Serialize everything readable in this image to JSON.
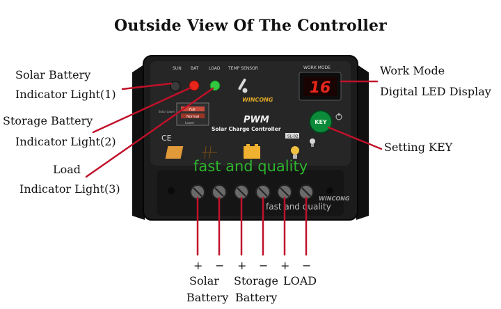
{
  "title": "Outside View Of The Controller",
  "labels": {
    "solar_indicator_line1": "Solar Battery",
    "solar_indicator_line2": "Indicator Light(1)",
    "storage_indicator_line1": "Storage Battery",
    "storage_indicator_line2": "Indicator Light(2)",
    "load_indicator_line1": "Load",
    "load_indicator_line2": "Indicator Light(3)",
    "work_mode_line1": "Work Mode",
    "work_mode_line2": "Digital LED Display",
    "setting_key": "Setting KEY",
    "plus": "+",
    "minus": "−",
    "solar_term_line1": "Solar",
    "solar_term_line2": "Battery",
    "storage_term_line1": "Storage",
    "storage_term_line2": "Battery",
    "load_term": "LOAD"
  },
  "device": {
    "sun": "SUN",
    "bat": "BAT",
    "load": "LOAD",
    "temp_sensor": "TEMP SENSOR",
    "work_mode": "WORK MODE",
    "led_value": "16",
    "brand": "WINCONG",
    "brand_bottom": "WINCONG",
    "pwm": "PWM",
    "subtitle": "Solar Charge Controller",
    "model": "SL-02",
    "key_label": "KEY",
    "ce": "CE",
    "full": "Full",
    "normal": "Normal",
    "lower": "Lower",
    "solar_lower": "Solar Lower",
    "watermark": "fast and quality",
    "watermark2": "fast and quality"
  },
  "colors": {
    "device_body": "#1c1c1c",
    "led_red": "#e8261c",
    "led_green": "#32c840",
    "leader_line": "#c0112a",
    "key_green": "#0b8a3a",
    "watermark_green": "#2fd02f"
  }
}
